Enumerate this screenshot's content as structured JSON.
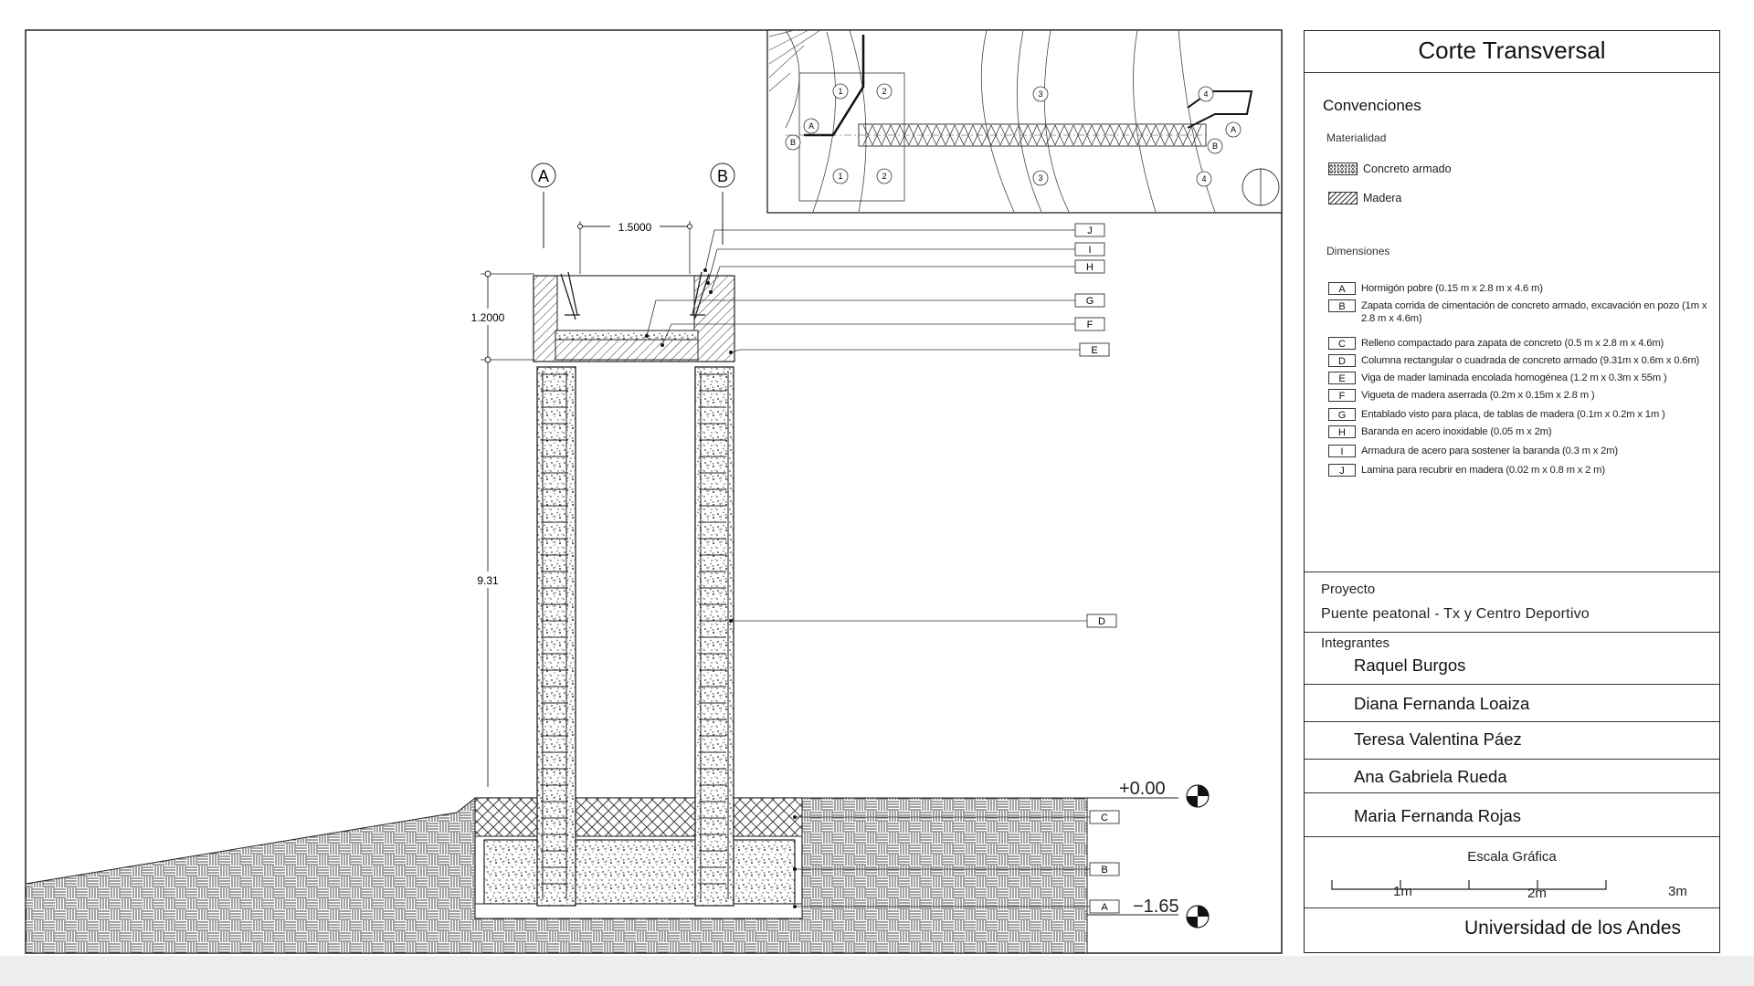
{
  "panel": {
    "title": "Corte Transversal",
    "conventions_heading": "Convenciones",
    "materials_heading": "Materialidad",
    "materials": [
      {
        "swatch": "concrete-hatch",
        "label": "Concreto armado"
      },
      {
        "swatch": "wood-hatch",
        "label": "Madera"
      }
    ],
    "dimensions_heading": "Dimensiones",
    "dimensions": [
      {
        "key": "A",
        "text": "Hormigón pobre (0.15 m x 2.8 m x 4.6 m)"
      },
      {
        "key": "B",
        "text": "Zapata corrida de cimentación de concreto armado, excavación en pozo (1m x 2.8 m x 4.6m)"
      },
      {
        "key": "C",
        "text": "Relleno compactado para zapata de concreto (0.5 m x 2.8 m x 4.6m)"
      },
      {
        "key": "D",
        "text": "Columna rectangular o cuadrada de concreto armado (9.31m x 0.6m x 0.6m)"
      },
      {
        "key": "E",
        "text": "Viga de mader laminada encolada homogénea (1.2 m x 0.3m x 55m )"
      },
      {
        "key": "F",
        "text": "Vigueta de madera aserrada (0.2m x 0.15m x 2.8 m )"
      },
      {
        "key": "G",
        "text": "Entablado visto para placa, de tablas de madera (0.1m x 0.2m x 1m )"
      },
      {
        "key": "H",
        "text": "Baranda en acero inoxidable (0.05 m x 2m)"
      },
      {
        "key": "I",
        "text": "Armadura de acero para sostener la baranda (0.3 m x 2m)"
      },
      {
        "key": "J",
        "text": "Lamina para recubrir en madera (0.02 m x 0.8 m x 2 m)"
      }
    ],
    "project_heading": "Proyecto",
    "project_name": "Puente peatonal - Tx y Centro Deportivo",
    "members_heading": "Integrantes",
    "members": [
      "Raquel Burgos",
      "Diana Fernanda Loaiza",
      "Teresa Valentina Páez",
      "Ana Gabriela Rueda",
      "Maria Fernanda Rojas"
    ],
    "scale_heading": "Escala Gráfica",
    "scale_labels": [
      "1m",
      "2m",
      "3m"
    ],
    "university": "Universidad de los Andes"
  },
  "drawing": {
    "axes": [
      "A",
      "B"
    ],
    "dim_span": "1.5000",
    "dim_beam": "1.2000",
    "dim_column": "9.31",
    "level_top": "+0.00",
    "level_bottom": "−1.65",
    "callouts": [
      "J",
      "I",
      "H",
      "G",
      "F",
      "E",
      "D",
      "C",
      "B",
      "A"
    ],
    "plan_grid": {
      "circles": [
        "1",
        "2",
        "A",
        "B",
        "1",
        "2",
        "3",
        "3",
        "4",
        "A",
        "B",
        "4"
      ]
    }
  }
}
